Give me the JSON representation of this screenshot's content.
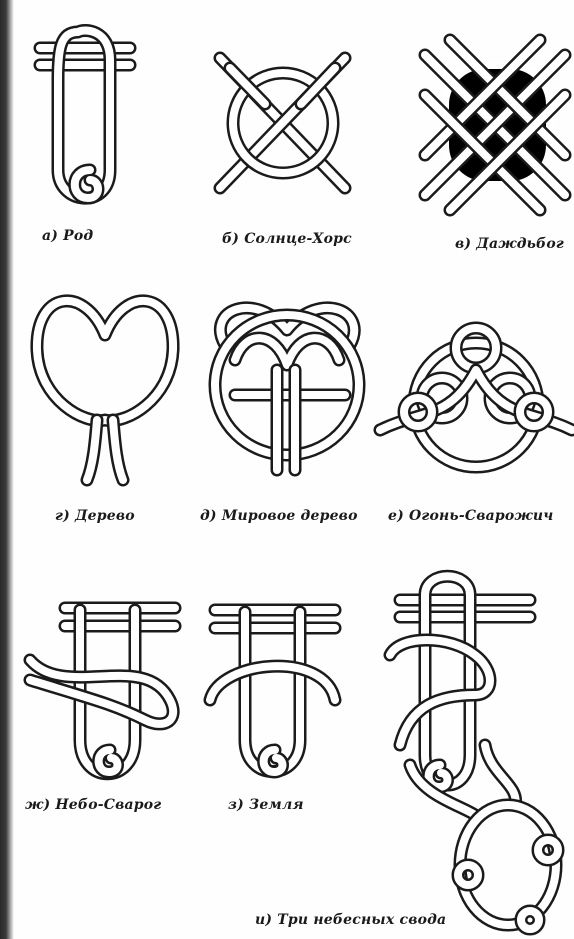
{
  "figures": [
    {
      "id": "a",
      "label": "а) Род"
    },
    {
      "id": "b",
      "label": "б) Солнце-Хорс"
    },
    {
      "id": "v",
      "label": "в) Даждьбог"
    },
    {
      "id": "g",
      "label": "г) Дерево"
    },
    {
      "id": "d",
      "label": "д) Мировое дерево"
    },
    {
      "id": "e",
      "label": "е) Огонь-Сварожич"
    },
    {
      "id": "zh",
      "label": "ж) Небо-Сварог"
    },
    {
      "id": "z",
      "label": "з) Земля"
    },
    {
      "id": "i",
      "label": "и) Три небесных свода"
    }
  ]
}
